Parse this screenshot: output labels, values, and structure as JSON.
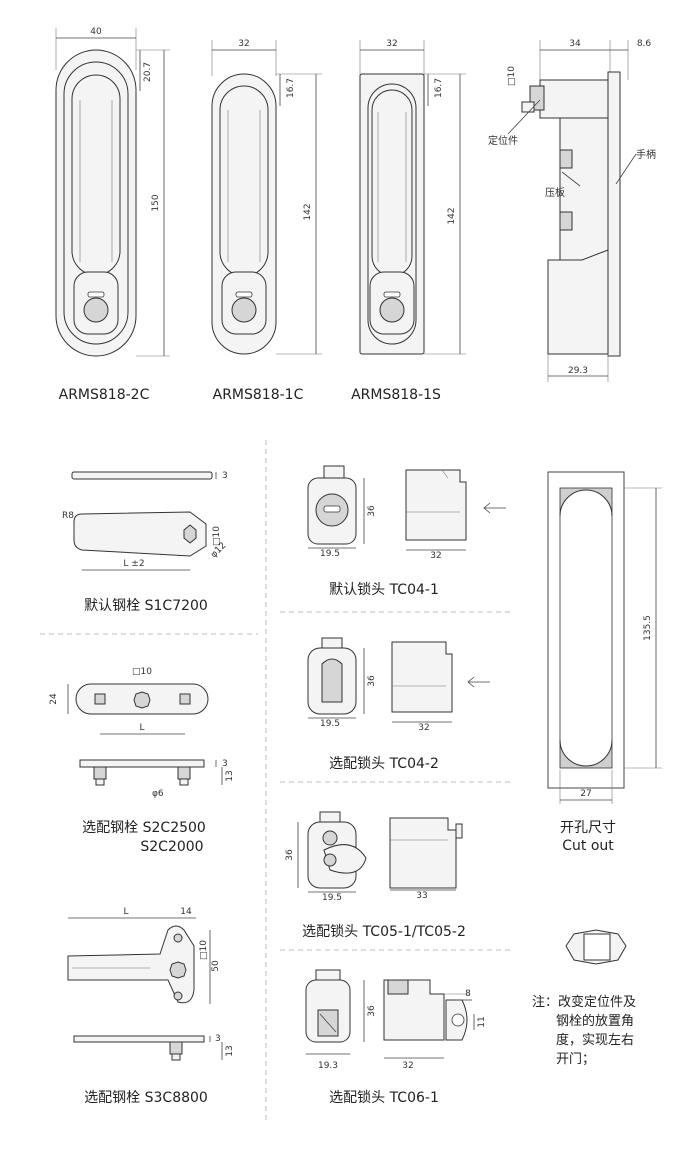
{
  "models": {
    "ca": {
      "code": "ARMS818-2C",
      "width": "40",
      "height": "150",
      "top": "20.7"
    },
    "cb": {
      "code": "ARMS818-1C",
      "width": "32",
      "height": "142",
      "top": "16.7"
    },
    "cc": {
      "code": "ARMS818-1S",
      "width": "32",
      "height": "142",
      "top": "16.7"
    }
  },
  "side_view": {
    "dim_top": "34",
    "dim_top_right": "8.6",
    "dim_bottom": "29.3",
    "dim_square": "□10",
    "label_locator": "定位件",
    "label_plate": "压板",
    "label_handle": "手柄"
  },
  "bolts": {
    "b1": {
      "name": "默认钢栓 S1C7200",
      "r": "R8",
      "sq": "□10",
      "phi": "φ12",
      "len": "L ±2",
      "th": "3"
    },
    "b2": {
      "name_line1": "选配钢栓 S2C2500",
      "name_line2": "S2C2000",
      "w": "24",
      "sq": "□10",
      "len": "L",
      "phi": "φ6",
      "h1": "13",
      "h2": "3"
    },
    "b3": {
      "name": "选配钢栓 S3C8800",
      "len": "L",
      "w": "14",
      "sq": "□10",
      "h": "50",
      "h1": "13",
      "h2": "3"
    }
  },
  "locks": {
    "l1": {
      "name": "默认锁头 TC04-1",
      "h": "36",
      "w": "19.5",
      "d": "32"
    },
    "l2": {
      "name": "选配锁头 TC04-2",
      "h": "36",
      "w": "19.5",
      "d": "32"
    },
    "l3": {
      "name": "选配锁头 TC05-1/TC05-2",
      "h": "36",
      "w": "19.5",
      "d": "33"
    },
    "l4": {
      "name": "选配锁头 TC06-1",
      "h": "36",
      "w": "19.3",
      "d": "32",
      "ring_w": "8",
      "ring_h": "11"
    }
  },
  "cutout": {
    "title_cn": "开孔尺寸",
    "title_en": "Cut out",
    "h": "135.5",
    "w": "27"
  },
  "note": {
    "line1": "注：改变定位件及",
    "line2": "钢栓的放置角",
    "line3": "度，实现左右",
    "line4": "开门；"
  }
}
